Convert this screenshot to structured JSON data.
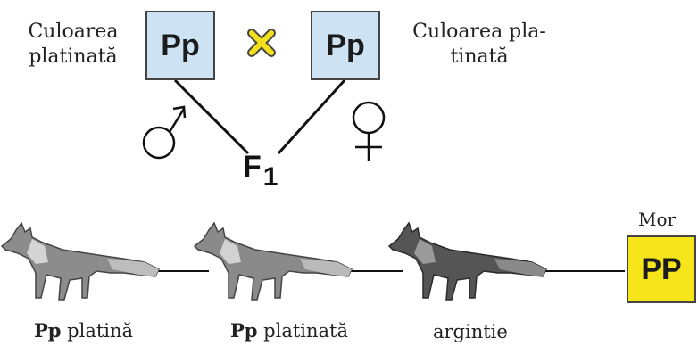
{
  "parents": {
    "left_label_line1": "Culoarea",
    "left_label_line2": "platinată",
    "right_label_line1": "Culoarea pla-",
    "right_label_line2": "tinată",
    "left_genotype": "Pp",
    "right_genotype": "Pp",
    "cross_symbol": "×",
    "male_symbol": "♂",
    "female_symbol": "♀"
  },
  "offspring_generation": {
    "label": "F",
    "subscript": "1"
  },
  "offspring": [
    {
      "genotype": "Pp",
      "phenotype": "platină"
    },
    {
      "genotype": "Pp",
      "phenotype": "platinată"
    },
    {
      "genotype": "",
      "phenotype": "argintie"
    },
    {
      "genotype": "PP",
      "status": "Mor"
    }
  ],
  "colors": {
    "parent_box": "#cde3f3",
    "lethal_box": "#f7e51c",
    "cross_symbol": "#f3e01c"
  }
}
